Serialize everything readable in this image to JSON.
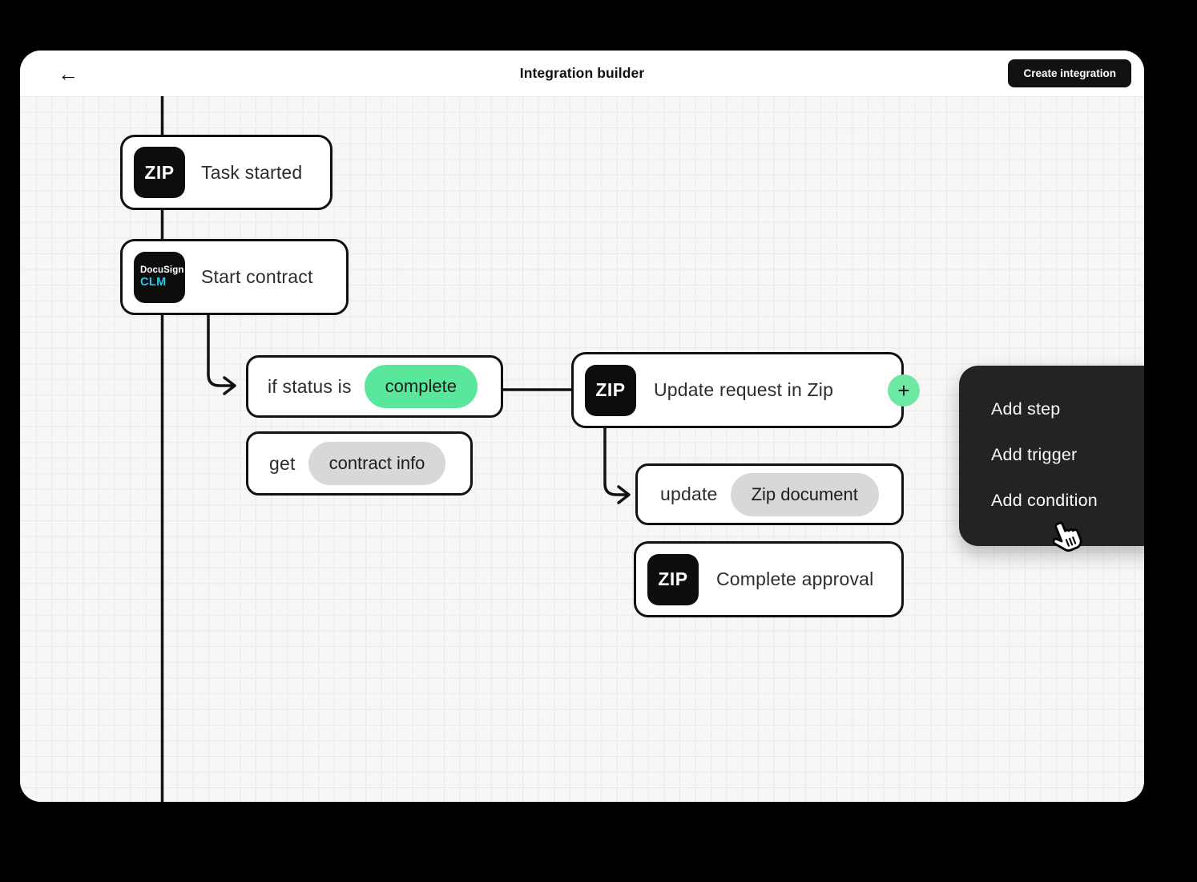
{
  "header": {
    "title": "Integration builder",
    "back_icon": "←",
    "create_button": "Create integration"
  },
  "nodes": {
    "task_started": {
      "logo": "ZIP",
      "label": "Task started"
    },
    "start_contract": {
      "logo_line1": "DocuSign",
      "logo_line2": "CLM",
      "label": "Start contract"
    },
    "condition": {
      "prefix": "if status is",
      "value": "complete"
    },
    "get_info": {
      "prefix": "get",
      "value": "contract info"
    },
    "update_request": {
      "logo": "ZIP",
      "label": "Update request in Zip",
      "plus": "+"
    },
    "update_document": {
      "prefix": "update",
      "value": "Zip document"
    },
    "complete_approval": {
      "logo": "ZIP",
      "label": "Complete approval"
    }
  },
  "menu": {
    "items": [
      {
        "label": "Add step"
      },
      {
        "label": "Add trigger"
      },
      {
        "label": "Add condition"
      }
    ]
  },
  "colors": {
    "accent_green": "#58e79b",
    "plus_green": "#6fe8a4",
    "pill_gray": "#d9d8d6",
    "menu_bg": "#232323",
    "canvas_bg": "#f7f7f5",
    "docusign_cyan": "#25c9ec",
    "node_border": "#111111",
    "outer_bg": "#000000"
  }
}
